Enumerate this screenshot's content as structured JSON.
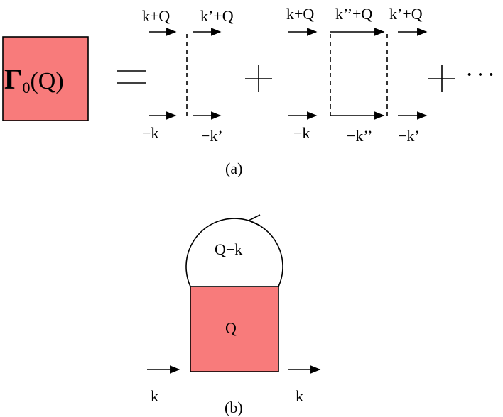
{
  "colors": {
    "vertex_fill": "#f87b7b",
    "ink": "#000000"
  },
  "panel_a": {
    "vertex_symbol": "Γ",
    "vertex_sub": "0",
    "vertex_arg": "(Q)",
    "equals": "=",
    "plus": "+",
    "ellipsis": "···",
    "term1": {
      "top_in": "k+Q",
      "top_out": "k’+Q",
      "bottom_in": "−k",
      "bottom_out": "−k’"
    },
    "term2": {
      "top_in": "k+Q",
      "top_mid": "k’’+Q",
      "top_out": "k’+Q",
      "bottom_in": "−k",
      "bottom_mid": "−k’’",
      "bottom_out": "−k’"
    },
    "caption": "(a)"
  },
  "panel_b": {
    "loop_label": "Q−k",
    "vertex_label": "Q",
    "left_label": "k",
    "right_label": "k",
    "caption": "(b)"
  }
}
